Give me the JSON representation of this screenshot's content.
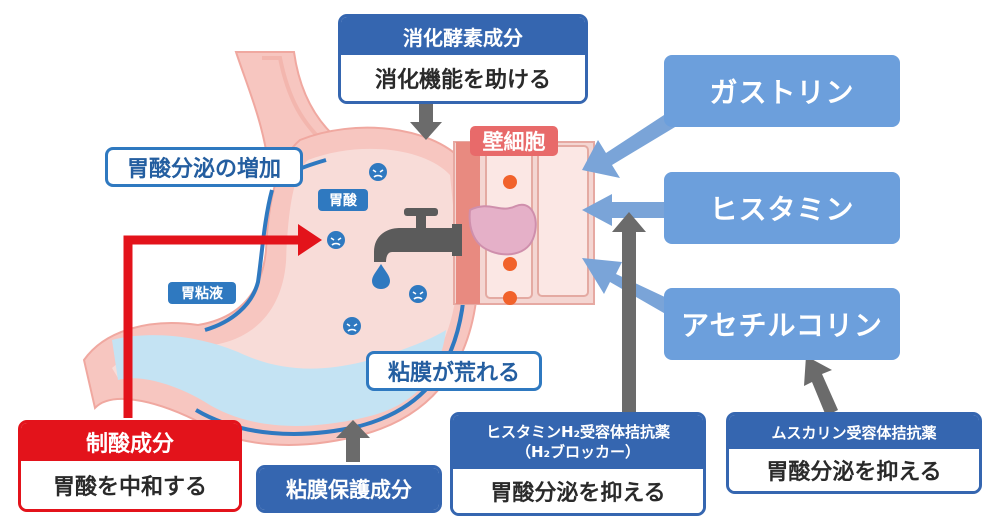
{
  "labels": {
    "digestive_enzyme": "消化酵素成分",
    "digestive_function": "消化機能を助ける",
    "parietal_cell": "壁細胞",
    "acid_increase": "胃酸分泌の増加",
    "gastric_acid": "胃酸",
    "mucus": "胃粘液",
    "mucosa_damage": "粘膜が荒れる",
    "gastrin": "ガストリン",
    "histamine": "ヒスタミン",
    "acetylcholine": "アセチルコリン",
    "antacid_title": "制酸成分",
    "antacid_desc": "胃酸を中和する",
    "mucosa_protect": "粘膜保護成分",
    "h2_title_1": "ヒスタミンH₂受容体拮抗薬",
    "h2_title_2": "（H₂ブロッカー）",
    "h2_desc": "胃酸分泌を抑える",
    "muscarinic_title": "ムスカリン受容体拮抗薬",
    "muscarinic_desc": "胃酸分泌を抑える"
  },
  "colors": {
    "stomach_wall": "#f7c6c0",
    "stomach_inner": "#f8dcd8",
    "mucus_layer": "#2f79c0",
    "gastric_fluid": "#c4e3f3",
    "receptor_box": "#6c9fdc",
    "drug_header_blue": "#3566b0",
    "antacid_red": "#e3131b",
    "arrow_gray": "#6b6b6b"
  },
  "icons": [
    "faucet-icon",
    "water-drop-icon",
    "acid-face-icon",
    "cell-nucleus-icon"
  ]
}
